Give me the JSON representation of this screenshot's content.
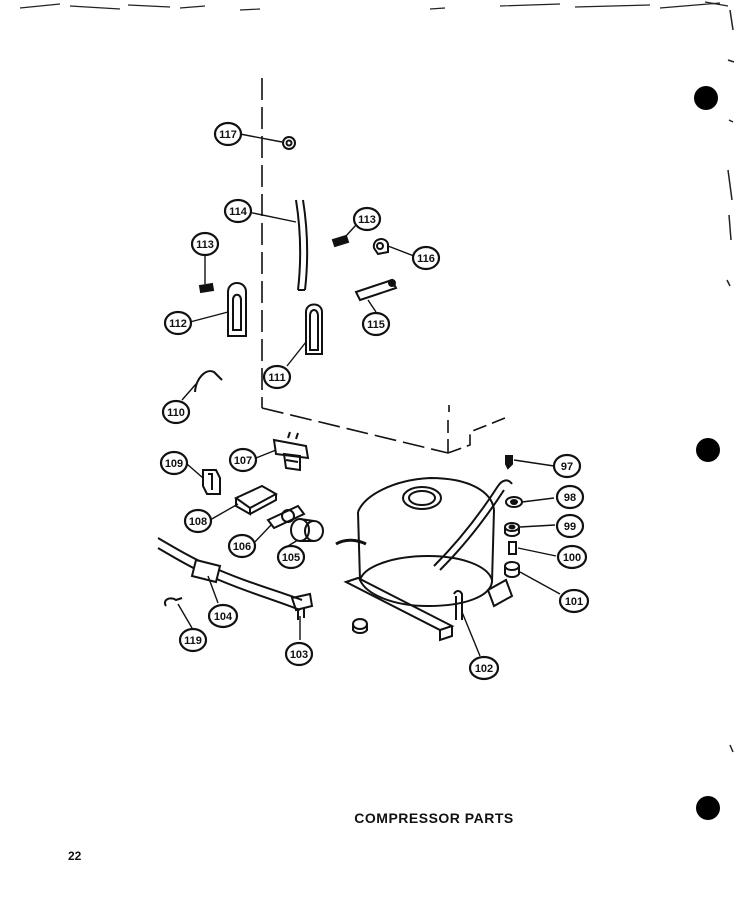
{
  "caption": "COMPRESSOR PARTS",
  "page_number": "22",
  "callouts": [
    "117",
    "114",
    "113",
    "116",
    "113",
    "112",
    "115",
    "111",
    "110",
    "109",
    "107",
    "97",
    "98",
    "99",
    "108",
    "106",
    "105",
    "100",
    "101",
    "104",
    "119",
    "103",
    "102"
  ],
  "colors": {
    "ink": "#111111",
    "paper": "#ffffff"
  }
}
